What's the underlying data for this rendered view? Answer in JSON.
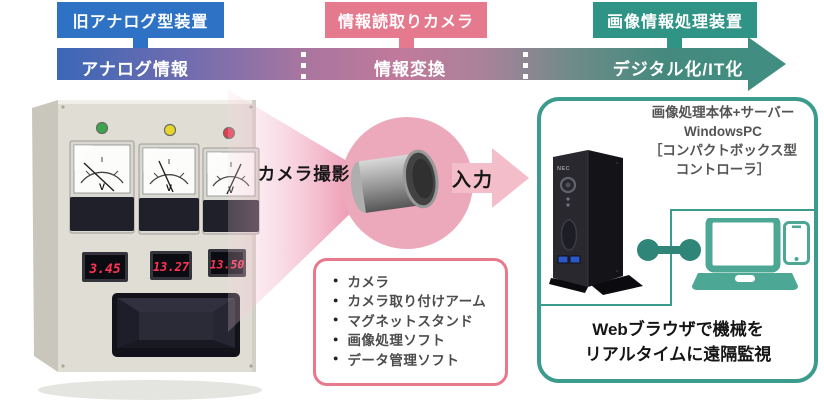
{
  "flow_header": {
    "boxes": [
      {
        "label": "旧アナログ型装置",
        "color": "#2e72c6"
      },
      {
        "label": "情報読取りカメラ",
        "color": "#e5798e"
      },
      {
        "label": "画像情報処理装置",
        "color": "#2f9385"
      }
    ],
    "arrow_segments": [
      {
        "label": "アナログ情報"
      },
      {
        "label": "情報変換"
      },
      {
        "label": "デジタル化/IT化"
      }
    ],
    "arrow_gradient": {
      "start": "#3b67b6",
      "middle": "#c17a9b",
      "end": "#418d81"
    }
  },
  "analog_device": {
    "meter_unit": "V",
    "indicator_colors": [
      "#3aa54e",
      "#e6d62e",
      "#e23b52"
    ],
    "digital_displays": [
      "3.45",
      "13.27",
      "13.50"
    ]
  },
  "capture": {
    "camera_caption": "カメラ撮影",
    "input_label": "入力",
    "circle_color": "#eca9bb",
    "beam_color": "#e87397",
    "arrow_color": "#f3bdca"
  },
  "equipment_list": {
    "bullet": "●",
    "border_color": "#e8798c",
    "items": [
      "カメラ",
      "カメラ取り付けアーム",
      "マグネットスタンド",
      "画像処理ソフト",
      "データ管理ソフト"
    ]
  },
  "server_panel": {
    "border_color": "#3b9b8d",
    "title_lines": [
      "画像処理本体+サーバー",
      "WindowsPC",
      "［コンパクトボックス型",
      "コントローラ］"
    ],
    "pc_brand": "NEC",
    "caption_lines": [
      "Webブラウザで機械を",
      "リアルタイムに遠隔監視"
    ]
  }
}
